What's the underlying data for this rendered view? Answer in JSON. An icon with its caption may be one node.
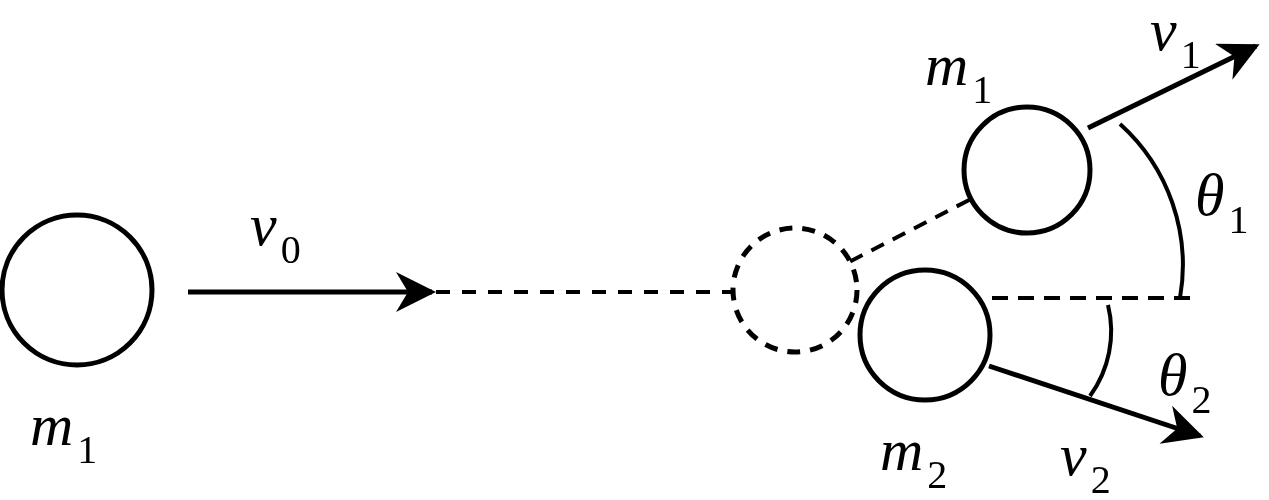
{
  "diagram": {
    "nodes": [
      {
        "text": [
          "*m*$_{1}$"
        ]
      },
      {
        "text": [],
        "shape": "circle"
      },
      {
        "text": [
          "*m*$_{1}$"
        ]
      },
      {
        "text": [
          "*m*$_{2}$"
        ]
      }
    ],
    "edges": [
      {
        "from": 1,
        "to": 2,
        "arrow": "none",
        "style": "dashed"
      }
    ],
    "labels": [
      "*v*$_{1}$",
      "*θ*$_{1}$",
      "*v*$_{0}$",
      "*θ*$_{2}$",
      "*v*$_{2}$"
    ]
  }
}
